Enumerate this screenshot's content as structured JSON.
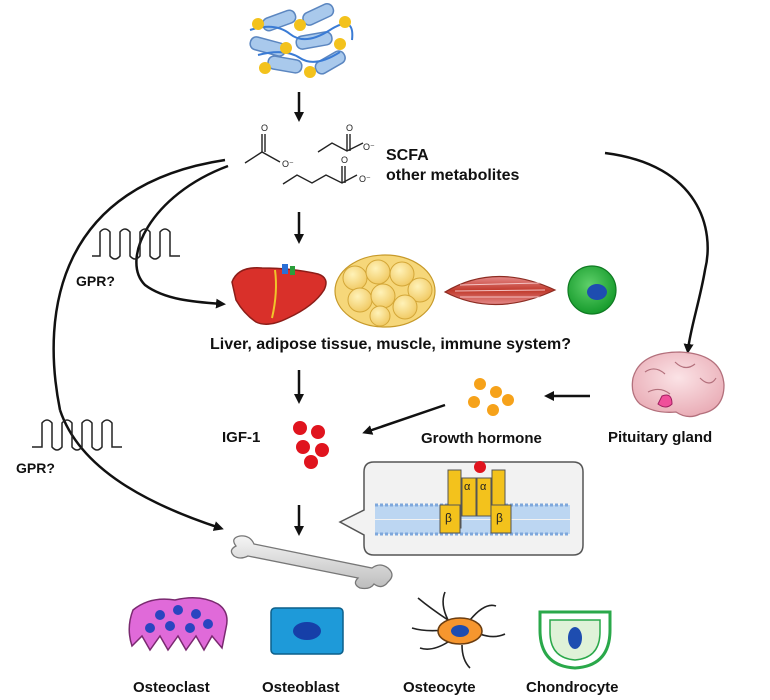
{
  "diagram": {
    "scfa_label": "SCFA",
    "metabolites_label": "other metabolites",
    "gpr_label_top": "GPR?",
    "gpr_label_bottom": "GPR?",
    "tissues_label": "Liver, adipose tissue, muscle, immune system?",
    "igf_label": "IGF-1",
    "growth_hormone_label": "Growth hormone",
    "pituitary_label": "Pituitary gland",
    "receptor_alpha": "α",
    "receptor_beta": "β",
    "charge_symbol": "O⁻",
    "bone_cells": [
      "Osteoclast",
      "Osteoblast",
      "Osteocyte",
      "Chondrocyte"
    ]
  }
}
